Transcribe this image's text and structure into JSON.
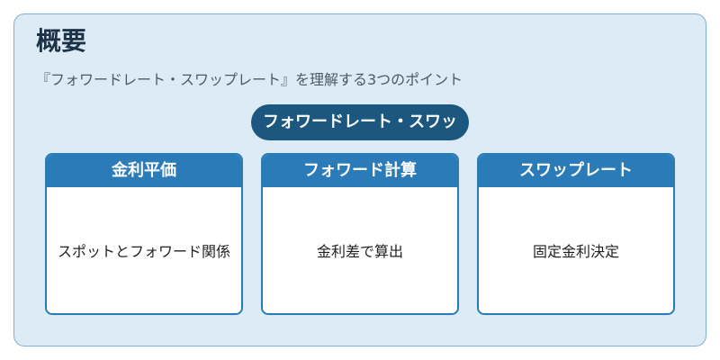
{
  "title": "概要",
  "subtitle": "『フォワードレート・スワップレート』を理解する3つのポイント",
  "center_label": "フォワードレート・スワッ",
  "cards": [
    {
      "header": "金利平価",
      "body": "スポットとフォワード関係"
    },
    {
      "header": "フォワード計算",
      "body": "金利差で算出"
    },
    {
      "header": "スワップレート",
      "body": "固定金利決定"
    }
  ],
  "colors": {
    "background_panel": "#dcebf6",
    "panel_border": "#7fb0d3",
    "card_header": "#2b7bb9",
    "center_pill": "#1c577f",
    "title_text": "#1c3347"
  }
}
